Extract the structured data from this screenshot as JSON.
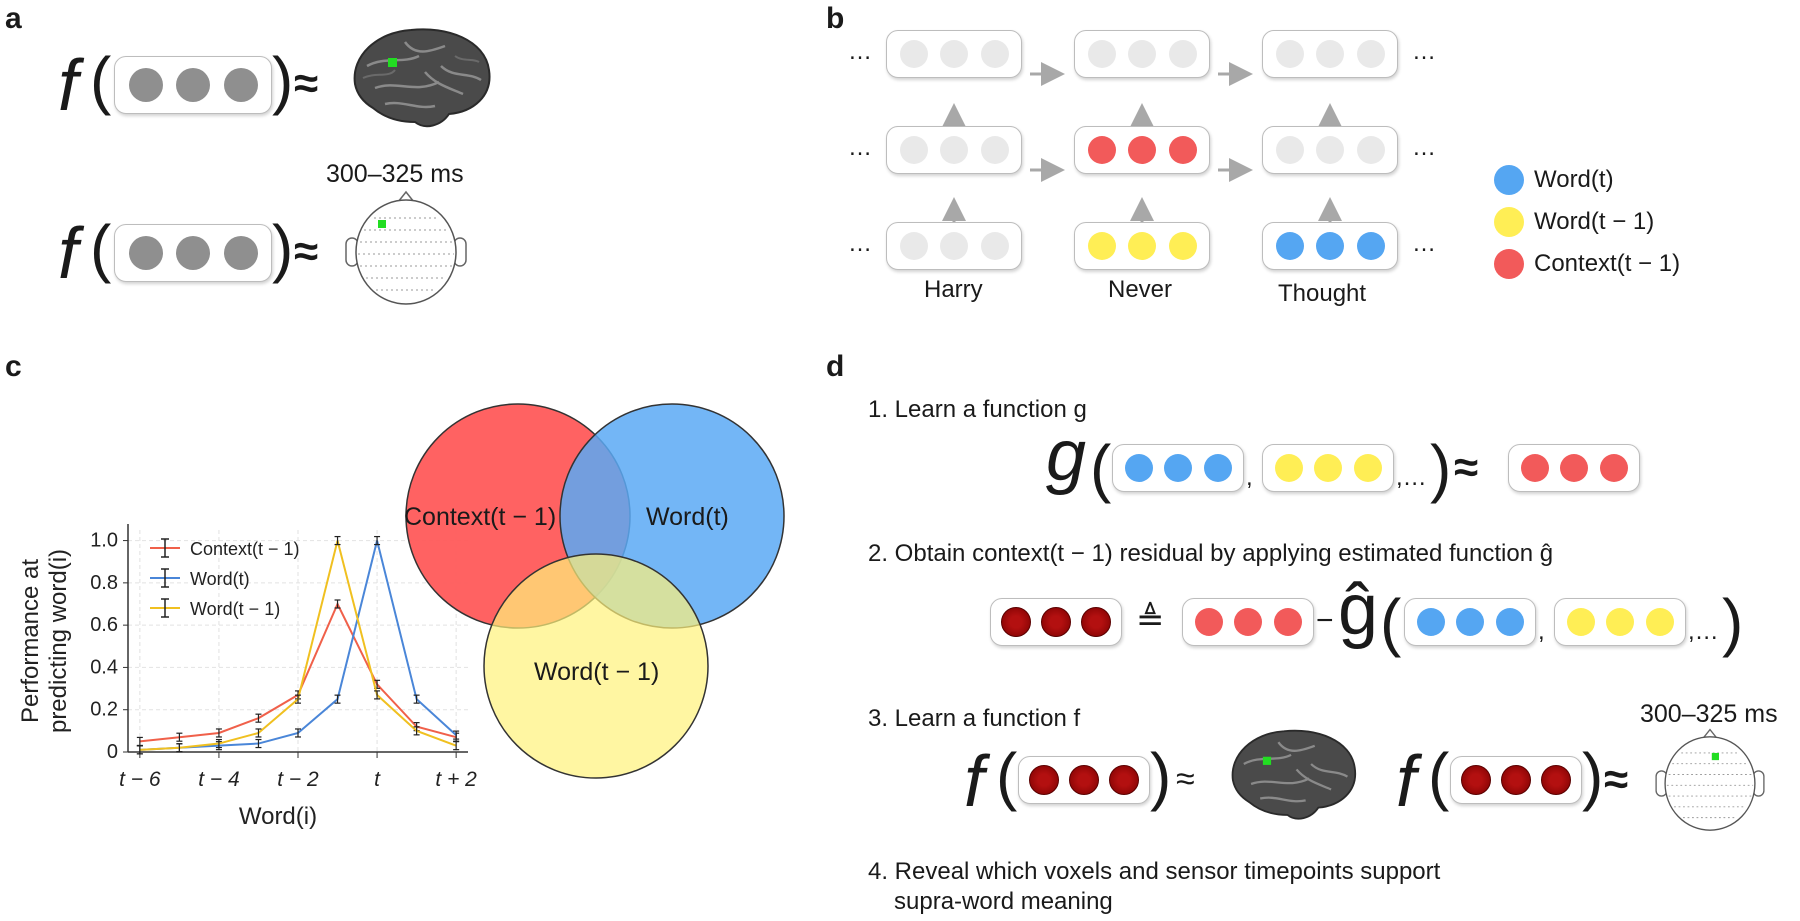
{
  "panels": {
    "a": "a",
    "b": "b",
    "c": "c",
    "d": "d"
  },
  "panel_a": {
    "function_symbol": "f",
    "approx": "≈",
    "timing_label": "300–325 ms"
  },
  "panel_b": {
    "ellipsis": "…",
    "words": [
      "Harry",
      "Never",
      "Thought"
    ],
    "legend": [
      {
        "label": "Word(t)",
        "color": "#55a6f2"
      },
      {
        "label": "Word(t − 1)",
        "color": "#ffee55"
      },
      {
        "label": "Context(t − 1)",
        "color": "#f25a5a"
      }
    ]
  },
  "panel_c": {
    "venn": [
      {
        "label": "Context(t − 1)",
        "color": "#ff5a5a"
      },
      {
        "label": "Word(t)",
        "color": "#5aa9f5"
      },
      {
        "label": "Word(t − 1)",
        "color": "#fff27a"
      }
    ]
  },
  "panel_d": {
    "step1": "1. Learn a function g",
    "g_symbol": "g",
    "ghat_symbol": "ĝ",
    "step2": "2. Obtain context(t − 1) residual by applying estimated function ĝ",
    "def_equal": "≜",
    "minus": "−",
    "comma": ",",
    "comma_ellipsis": ",…",
    "step3": "3. Learn a function f",
    "f_symbol": "f",
    "approx": "≈",
    "timing_label": "300–325 ms",
    "step4_line1": "4. Reveal which voxels and sensor timepoints support",
    "step4_line2": "supra-word meaning"
  },
  "chart_data": {
    "type": "line",
    "xlabel": "Word(i)",
    "ylabel": "Performance at predicting word(i)",
    "x": [
      -6,
      -5,
      -4,
      -3,
      -2,
      -1,
      0,
      1,
      2
    ],
    "xticks": [
      {
        "value": -6,
        "label": "t − 6"
      },
      {
        "value": -4,
        "label": "t − 4"
      },
      {
        "value": -2,
        "label": "t − 2"
      },
      {
        "value": 0,
        "label": "t"
      },
      {
        "value": 2,
        "label": "t + 2"
      }
    ],
    "yticks": [
      "0",
      "0.2",
      "0.4",
      "0.6",
      "0.8",
      "1.0"
    ],
    "xlim": [
      -6.3,
      2.3
    ],
    "ylim": [
      0,
      1.05
    ],
    "grid": true,
    "legend_position": "top-left",
    "series": [
      {
        "name": "Context(t − 1)",
        "color": "#f0604a",
        "values": [
          0.05,
          0.07,
          0.09,
          0.16,
          0.27,
          0.7,
          0.32,
          0.12,
          0.07
        ]
      },
      {
        "name": "Word(t)",
        "color": "#4a86d8",
        "values": [
          0.01,
          0.02,
          0.03,
          0.04,
          0.09,
          0.25,
          1.0,
          0.25,
          0.08
        ]
      },
      {
        "name": "Word(t − 1)",
        "color": "#f0c020",
        "values": [
          0.01,
          0.02,
          0.04,
          0.09,
          0.25,
          1.0,
          0.27,
          0.1,
          0.03
        ]
      }
    ]
  }
}
